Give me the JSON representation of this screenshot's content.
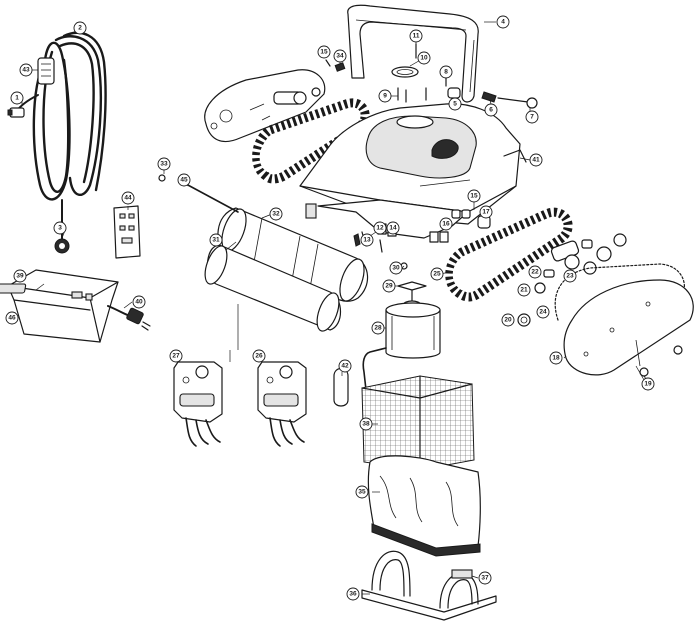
{
  "callouts": [
    {
      "id": "1",
      "label": "1"
    },
    {
      "id": "2",
      "label": "2"
    },
    {
      "id": "3",
      "label": "3"
    },
    {
      "id": "4",
      "label": "4"
    },
    {
      "id": "5",
      "label": "5"
    },
    {
      "id": "6",
      "label": "6"
    },
    {
      "id": "7",
      "label": "7"
    },
    {
      "id": "8",
      "label": "8"
    },
    {
      "id": "9",
      "label": "9"
    },
    {
      "id": "10",
      "label": "10"
    },
    {
      "id": "11",
      "label": "11"
    },
    {
      "id": "12",
      "label": "12"
    },
    {
      "id": "13",
      "label": "13"
    },
    {
      "id": "14",
      "label": "14"
    },
    {
      "id": "15a",
      "label": "15"
    },
    {
      "id": "15b",
      "label": "15"
    },
    {
      "id": "16",
      "label": "16"
    },
    {
      "id": "17",
      "label": "17"
    },
    {
      "id": "18",
      "label": "18"
    },
    {
      "id": "19",
      "label": "19"
    },
    {
      "id": "20",
      "label": "20"
    },
    {
      "id": "21",
      "label": "21"
    },
    {
      "id": "22",
      "label": "22"
    },
    {
      "id": "23",
      "label": "23"
    },
    {
      "id": "24",
      "label": "24"
    },
    {
      "id": "25",
      "label": "25"
    },
    {
      "id": "26",
      "label": "26"
    },
    {
      "id": "27",
      "label": "27"
    },
    {
      "id": "28",
      "label": "28"
    },
    {
      "id": "29",
      "label": "29"
    },
    {
      "id": "30",
      "label": "30"
    },
    {
      "id": "31",
      "label": "31"
    },
    {
      "id": "32",
      "label": "32"
    },
    {
      "id": "33",
      "label": "33"
    },
    {
      "id": "34",
      "label": "34"
    },
    {
      "id": "35",
      "label": "35"
    },
    {
      "id": "36",
      "label": "36"
    },
    {
      "id": "37",
      "label": "37"
    },
    {
      "id": "38",
      "label": "38"
    },
    {
      "id": "39",
      "label": "39"
    },
    {
      "id": "40",
      "label": "40"
    },
    {
      "id": "41",
      "label": "41"
    },
    {
      "id": "42",
      "label": "42"
    },
    {
      "id": "43",
      "label": "43"
    },
    {
      "id": "44",
      "label": "44"
    },
    {
      "id": "45",
      "label": "45"
    },
    {
      "id": "46",
      "label": "46"
    }
  ]
}
